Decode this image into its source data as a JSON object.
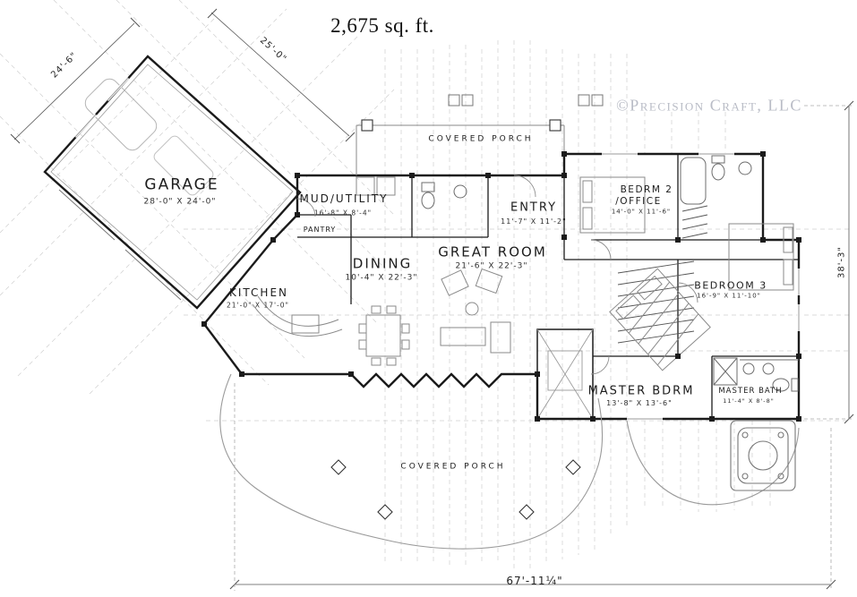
{
  "page": {
    "title": "2,675 sq. ft.",
    "watermark": "©Precision Craft, LLC"
  },
  "rooms": [
    {
      "name": "GARAGE",
      "dims": "28'-0\" X 24'-0\""
    },
    {
      "name": "MUD/UTILITY",
      "dims": "16'-8\" X 8'-4\""
    },
    {
      "name": "PANTRY",
      "dims": ""
    },
    {
      "name": "DINING",
      "dims": "10'-4\" X 22'-3\""
    },
    {
      "name": "GREAT ROOM",
      "dims": "21'-6\" X 22'-3\""
    },
    {
      "name": "KITCHEN",
      "dims": "21'-0\" X 17'-0\""
    },
    {
      "name": "ENTRY",
      "dims": "11'-7\" X 11'-2\""
    },
    {
      "name": "BEDRM 2",
      "name2": "/OFFICE",
      "dims": "14'-0\" X 11'-6\""
    },
    {
      "name": "BEDROOM 3",
      "dims": "16'-9\" X 11'-10\""
    },
    {
      "name": "MASTER BDRM",
      "dims": "13'-8\" X 13'-6\""
    },
    {
      "name": "MASTER BATH",
      "dims": "11'-4\" X 8'-8\""
    },
    {
      "name": "COVERED PORCH"
    },
    {
      "name": "COVERED PORCH"
    }
  ],
  "dimensions": {
    "garage_left": "24'-6\"",
    "garage_top": "25'-0\"",
    "right_side": "38'-3\"",
    "bottom": "67'-11¼\""
  }
}
